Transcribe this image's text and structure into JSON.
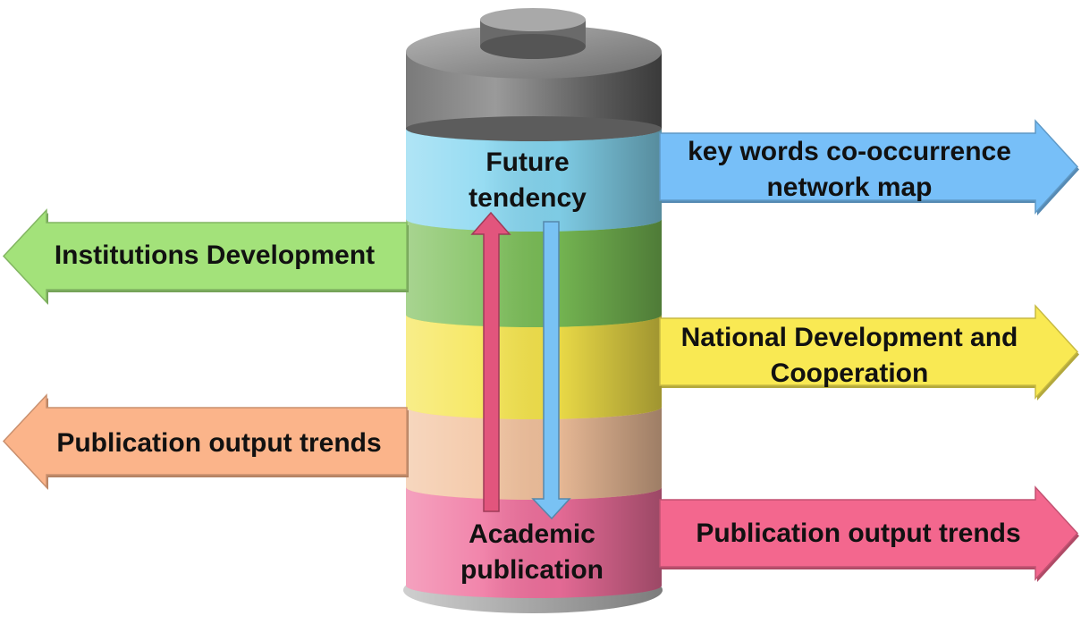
{
  "diagram": {
    "battery": {
      "top_label": "Future tendency",
      "bottom_label": "Academic publication",
      "segment_colors": [
        "#85d6f0",
        "#79bd55",
        "#f5e44a",
        "#f2c19c",
        "#ef6f9c"
      ],
      "arrow_up_color": "#e2557d",
      "arrow_down_color": "#79c2f4"
    },
    "arrows": [
      {
        "label": "key words co-occurrence network map",
        "direction": "right",
        "color": "#77bff8"
      },
      {
        "label": "Institutions Development",
        "direction": "left",
        "color": "#a3e27a"
      },
      {
        "label": "National Development and Cooperation",
        "direction": "right",
        "color": "#f9e953"
      },
      {
        "label": "Publication output trends",
        "direction": "left",
        "color": "#fbb48a"
      },
      {
        "label": "Publication output trends",
        "direction": "right",
        "color": "#f3678e"
      }
    ]
  }
}
